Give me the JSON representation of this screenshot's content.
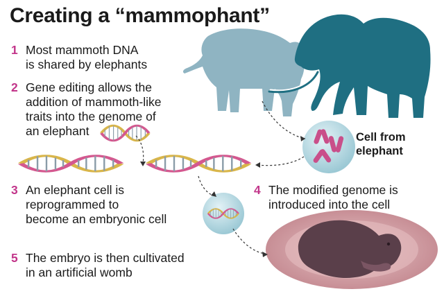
{
  "title": "Creating a “mammophant”",
  "steps": [
    {
      "num": "1",
      "lines": [
        "Most mammoth DNA",
        "is shared by elephants"
      ]
    },
    {
      "num": "2",
      "lines": [
        "Gene editing allows the",
        "addition of mammoth-like",
        "traits into the genome of",
        "an elephant"
      ]
    },
    {
      "num": "3",
      "lines": [
        "An elephant cell is",
        "reprogrammed to",
        "become an embryonic cell"
      ]
    },
    {
      "num": "4",
      "lines": [
        "The modified genome is",
        "introduced into the cell"
      ]
    },
    {
      "num": "5",
      "lines": [
        "The embryo is then cultivated",
        "in an artificial womb"
      ]
    }
  ],
  "cell_label": [
    "Cell from",
    "elephant"
  ],
  "colors": {
    "accent": "#c2358a",
    "elephant": "#8fb4c2",
    "mammoth": "#1f6f82",
    "cell": "#bfe0e8",
    "womb": "#c78e95",
    "dna_pink": "#d4588f",
    "dna_gold": "#d9b64a",
    "dna_blue": "#5b9fc0"
  },
  "icons": [
    "elephant-icon",
    "mammoth-icon",
    "dna-helix-icon",
    "cell-icon",
    "chromosome-icon",
    "embryo-icon"
  ]
}
